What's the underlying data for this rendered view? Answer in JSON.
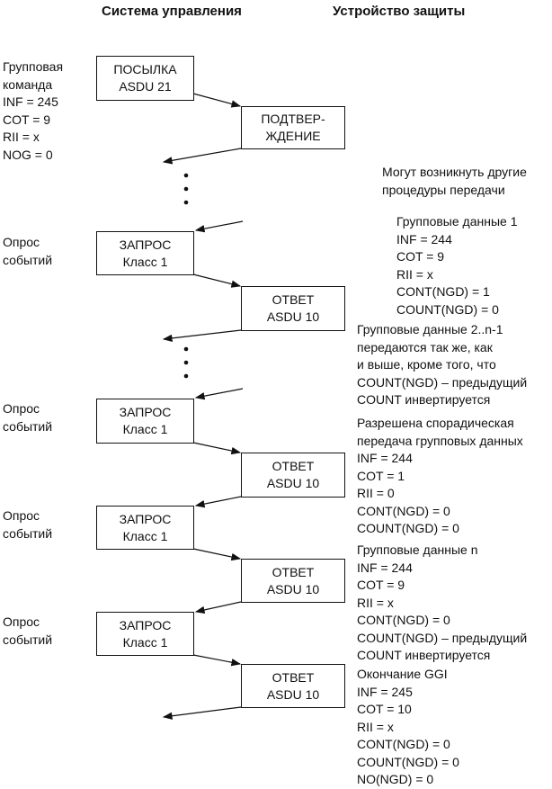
{
  "headers": {
    "left": "Система управления",
    "right": "Устройство защиты"
  },
  "left_notes": [
    [
      "Групповая",
      "команда",
      "INF = 245",
      "COT = 9",
      "RII = x",
      "NOG = 0"
    ],
    [
      "Опрос",
      "событий"
    ],
    [
      "Опрос",
      "событий"
    ],
    [
      "Опрос",
      "событий"
    ],
    [
      "Опрос",
      "событий"
    ]
  ],
  "boxes": [
    [
      "ПОСЫЛКА",
      "ASDU 21"
    ],
    [
      "ПОДТВЕР-",
      "ЖДЕНИЕ"
    ],
    [
      "ЗАПРОС",
      "Класс 1"
    ],
    [
      "ОТВЕТ",
      "ASDU 10"
    ],
    [
      "ЗАПРОС",
      "Класс 1"
    ],
    [
      "ОТВЕТ",
      "ASDU 10"
    ],
    [
      "ЗАПРОС",
      "Класс 1"
    ],
    [
      "ОТВЕТ",
      "ASDU 10"
    ],
    [
      "ЗАПРОС",
      "Класс 1"
    ],
    [
      "ОТВЕТ",
      "ASDU 10"
    ]
  ],
  "right_notes": [
    [
      "Могут возникнуть другие",
      "процедуры передачи"
    ],
    [
      "Групповые данные 1",
      "INF = 244",
      "COT = 9",
      "RII = x",
      "CONT(NGD) = 1",
      "COUNT(NGD) = 0"
    ],
    [
      "Групповые данные 2..n-1",
      "передаются так же, как",
      "и выше, кроме того, что",
      "COUNT(NGD) – предыдущий",
      "COUNT инвертируется"
    ],
    [
      "Разрешена спорадическая",
      "передача групповых данных",
      "INF = 244",
      "COT = 1",
      "RII = 0",
      "CONT(NGD) = 0",
      "COUNT(NGD) = 0"
    ],
    [
      "Групповые данные n",
      "INF = 244",
      "COT = 9",
      "RII = x",
      "CONT(NGD) = 0",
      "COUNT(NGD) – предыдущий",
      "COUNT инвертируется"
    ],
    [
      "Окончание GGI",
      "INF = 245",
      "COT = 10",
      "RII = x",
      "CONT(NGD) = 0",
      "COUNT(NGD) = 0",
      "NO(NGD) = 0"
    ]
  ]
}
